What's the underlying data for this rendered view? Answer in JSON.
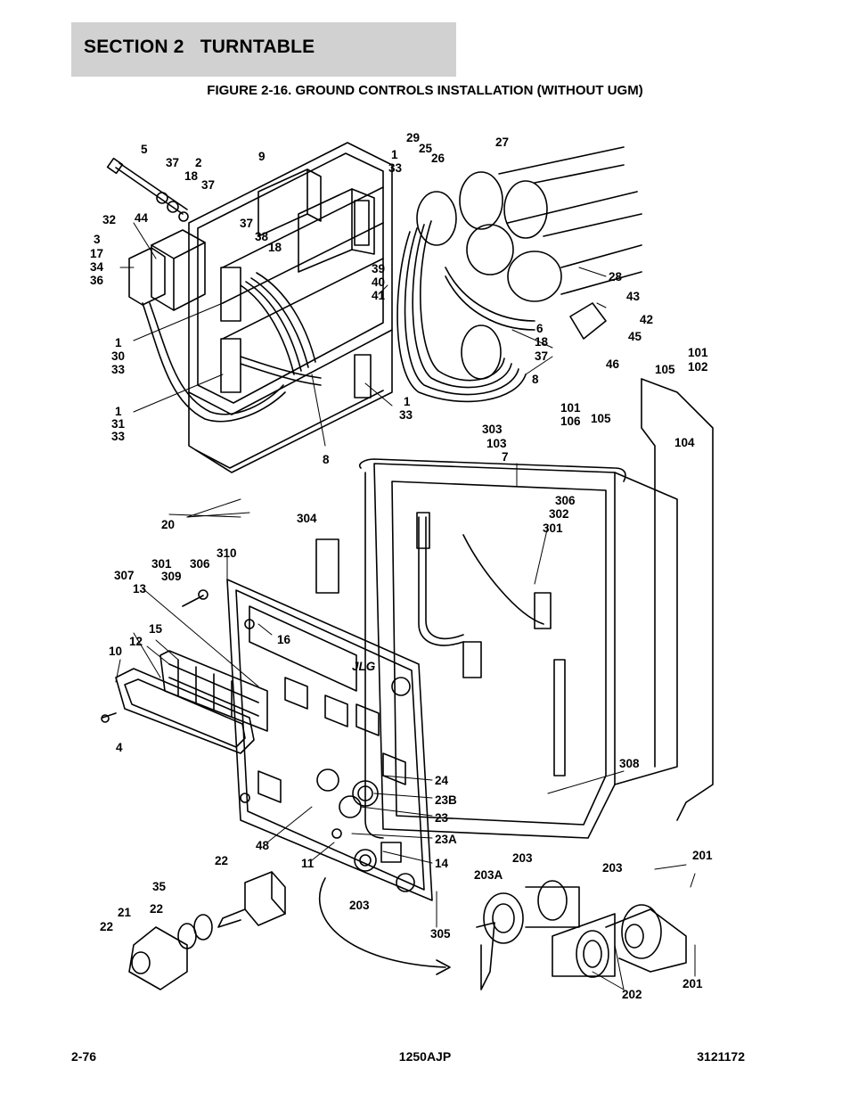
{
  "header": {
    "section": "SECTION 2   TURNTABLE",
    "figure_title": "FIGURE 2-16. GROUND CONTROLS INSTALLATION (WITHOUT UGM)"
  },
  "figure": {
    "brand_mark": "JLG",
    "callouts": [
      "5",
      "37",
      "2",
      "18",
      "37",
      "9",
      "1",
      "33",
      "29",
      "25",
      "26",
      "27",
      "32",
      "44",
      "3",
      "17",
      "34",
      "36",
      "37",
      "38",
      "18",
      "39",
      "40",
      "41",
      "28",
      "43",
      "42",
      "45",
      "6",
      "18",
      "37",
      "46",
      "1",
      "30",
      "33",
      "8",
      "1",
      "31",
      "33",
      "1",
      "33",
      "101",
      "102",
      "105",
      "101",
      "106",
      "105",
      "303",
      "103",
      "7",
      "104",
      "8",
      "20",
      "304",
      "306",
      "302",
      "301",
      "310",
      "301",
      "309",
      "306",
      "307",
      "13",
      "16",
      "15",
      "12",
      "10",
      "4",
      "308",
      "24",
      "23B",
      "23",
      "23A",
      "48",
      "11",
      "14",
      "22",
      "203",
      "201",
      "203A",
      "203",
      "35",
      "22",
      "21",
      "22",
      "203",
      "305",
      "202",
      "201"
    ]
  },
  "footer": {
    "page": "2-76",
    "model": "1250AJP",
    "doc_number": "3121172"
  }
}
